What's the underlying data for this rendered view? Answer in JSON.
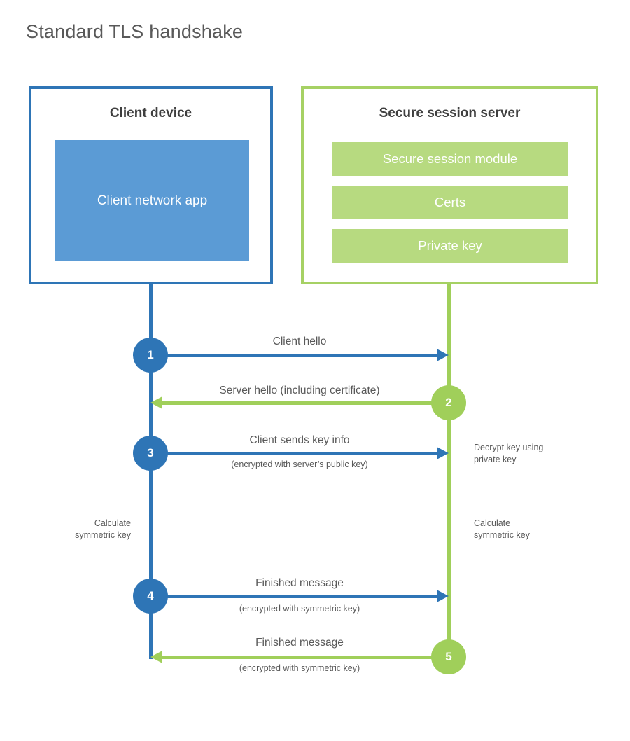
{
  "title": "Standard TLS handshake",
  "colors": {
    "blue_dark": "#2e75b6",
    "blue_fill": "#5b9bd5",
    "green_line": "#a0cf5a",
    "green_border": "#a6d164",
    "green_fill": "#b7da80",
    "text_gray": "#595959",
    "heading_gray": "#3f3f3f"
  },
  "client_box": {
    "title": "Client device",
    "app_label": "Client network app"
  },
  "server_box": {
    "title": "Secure session server",
    "modules": [
      "Secure session module",
      "Certs",
      "Private key"
    ]
  },
  "steps": [
    {
      "num": "1",
      "label": "Client hello",
      "sublabel": "",
      "direction": "right",
      "actor": "client"
    },
    {
      "num": "2",
      "label": "Server hello (including certificate)",
      "sublabel": "",
      "direction": "left",
      "actor": "server"
    },
    {
      "num": "3",
      "label": "Client sends key info",
      "sublabel": "(encrypted with server’s public key)",
      "direction": "right",
      "actor": "client"
    },
    {
      "num": "4",
      "label": "Finished message",
      "sublabel": "(encrypted with symmetric key)",
      "direction": "right",
      "actor": "client"
    },
    {
      "num": "5",
      "label": "Finished message",
      "sublabel": "(encrypted with symmetric key)",
      "direction": "left",
      "actor": "server"
    }
  ],
  "side_notes": {
    "decrypt": {
      "line1": "Decrypt key using",
      "line2": "private key"
    },
    "calc_left": {
      "line1": "Calculate",
      "line2": "symmetric key"
    },
    "calc_right": {
      "line1": "Calculate",
      "line2": "symmetric key"
    }
  }
}
